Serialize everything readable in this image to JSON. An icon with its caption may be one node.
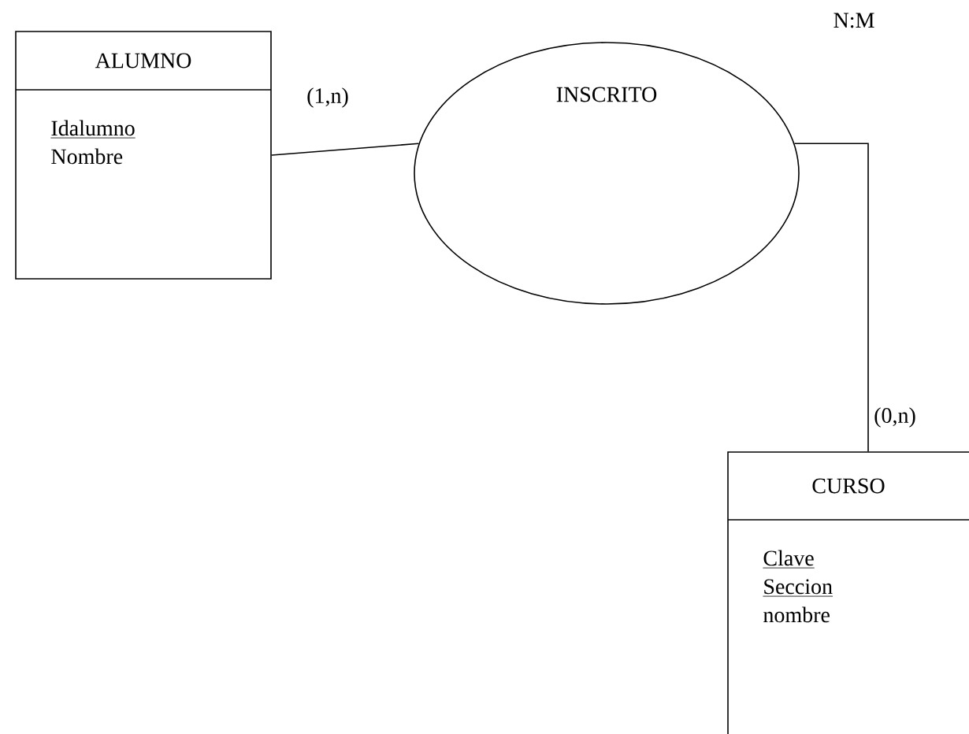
{
  "diagram": {
    "nodes": [
      {
        "text": [
          "ALUMNO",
          "Idalumno",
          "Nombre"
        ]
      },
      {
        "text": [
          "INSCRITO"
        ]
      },
      {
        "text": [
          "CURSO",
          "Clave",
          "Seccion",
          "nombre"
        ]
      }
    ],
    "edges": [
      {
        "from": 0,
        "to": 1,
        "arrow": "none",
        "label": "(1,n)"
      },
      {
        "from": 1,
        "to": 2,
        "arrow": "none",
        "label": "(0,n)"
      }
    ],
    "labels": [
      "N:M"
    ]
  }
}
